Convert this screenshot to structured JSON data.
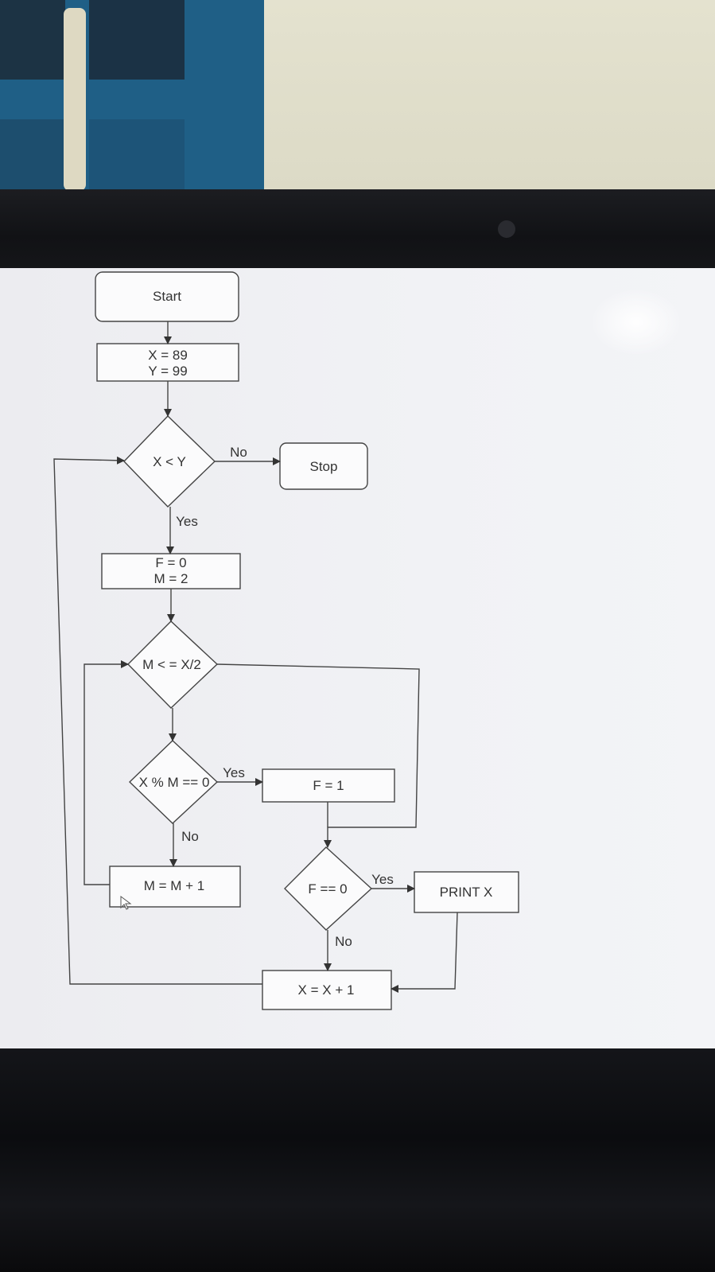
{
  "flowchart": {
    "start": "Start",
    "init_x": "X = 89",
    "init_y": "Y = 99",
    "cond_xy": "X < Y",
    "no_1": "No",
    "stop": "Stop",
    "yes_1": "Yes",
    "init_f": "F = 0",
    "init_m": "M = 2",
    "cond_m": "M < = X/2",
    "cond_mod": "X % M == 0",
    "yes_2": "Yes",
    "set_f": "F = 1",
    "no_2": "No",
    "inc_m": "M = M + 1",
    "cond_f": "F == 0",
    "yes_3": "Yes",
    "print": "PRINT X",
    "no_3": "No",
    "inc_x": "X = X + 1"
  }
}
